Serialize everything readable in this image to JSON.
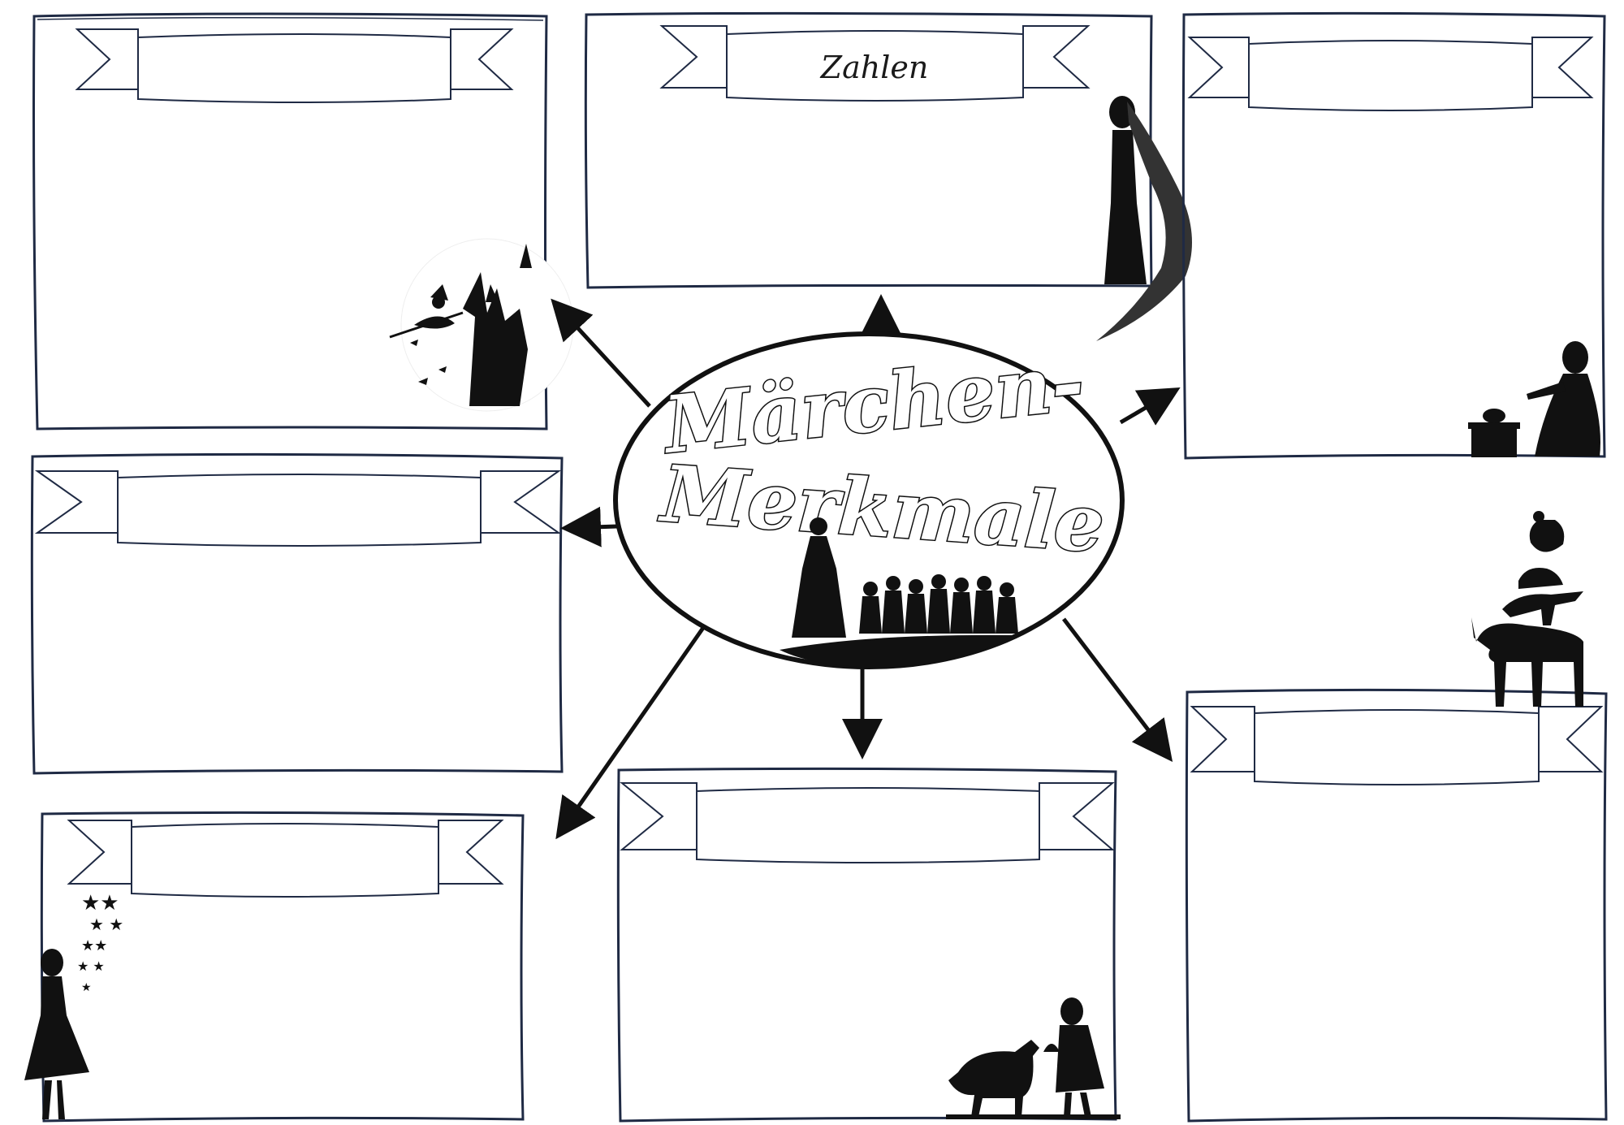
{
  "title": {
    "line1": "Märchen-",
    "line2": "Merkmale"
  },
  "boxes": [
    {
      "label": ""
    },
    {
      "label": "Zahlen"
    },
    {
      "label": ""
    },
    {
      "label": ""
    },
    {
      "label": ""
    },
    {
      "label": ""
    },
    {
      "label": ""
    }
  ],
  "colors": {
    "frame": "#1f2a44",
    "ink": "#111111"
  },
  "icons": {
    "box_top_left": "witch-castle-silhouette",
    "box_top_center": "rapunzel-silhouette",
    "box_top_right": "princess-frog-silhouette",
    "box_bottom_left": "star-girl-silhouette",
    "box_bottom_center": "red-riding-hood-wolf-silhouette",
    "box_bottom_right": "town-musicians-silhouette",
    "center": "snow-white-dwarfs-silhouette"
  }
}
